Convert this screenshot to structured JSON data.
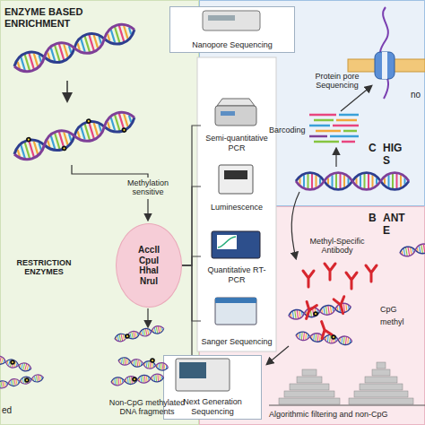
{
  "diagram": {
    "nodes": [
      {
        "text": [
          "ENZYME BASED ENRICHMENT"
        ]
      },
      {
        "text": [
          "AccII CpuI HhaI NruI"
        ],
        "in": 0
      },
      {
        "text": [
          "C",
          "HIG S"
        ]
      },
      {
        "text": [
          "Nanopore Sequencing"
        ],
        "in": 2
      },
      {
        "text": [
          "Semi-quantitative PCR"
        ]
      },
      {
        "text": [
          "Luminescence"
        ]
      },
      {
        "text": [
          "Quantitative RT-PCR"
        ]
      },
      {
        "text": [
          "Sanger Sequencing"
        ]
      },
      {
        "text": [
          "B",
          "ANT E"
        ]
      },
      {
        "text": [
          "Next Generation Sequencing"
        ]
      }
    ],
    "edges": [
      {
        "from": 1,
        "to": 4,
        "arrow": "none"
      },
      {
        "from": 1,
        "to": 5,
        "arrow": "none"
      },
      {
        "from": 1,
        "to": 6,
        "arrow": "none"
      },
      {
        "from": 1,
        "to": 7,
        "arrow": "none"
      },
      {
        "from": 1,
        "to": 9,
        "arrow": "none"
      }
    ],
    "labels": [
      "Methylation sensitive",
      "RESTRICTION ENZYMES",
      "Non-CpG methylated DNA fragments",
      "ed",
      "Protein pore Sequencing",
      "Barcoding",
      "no",
      "Methyl-Specific Antibody",
      "CpG",
      "methyl",
      "Algorithmic filtering and non-CpG"
    ]
  }
}
